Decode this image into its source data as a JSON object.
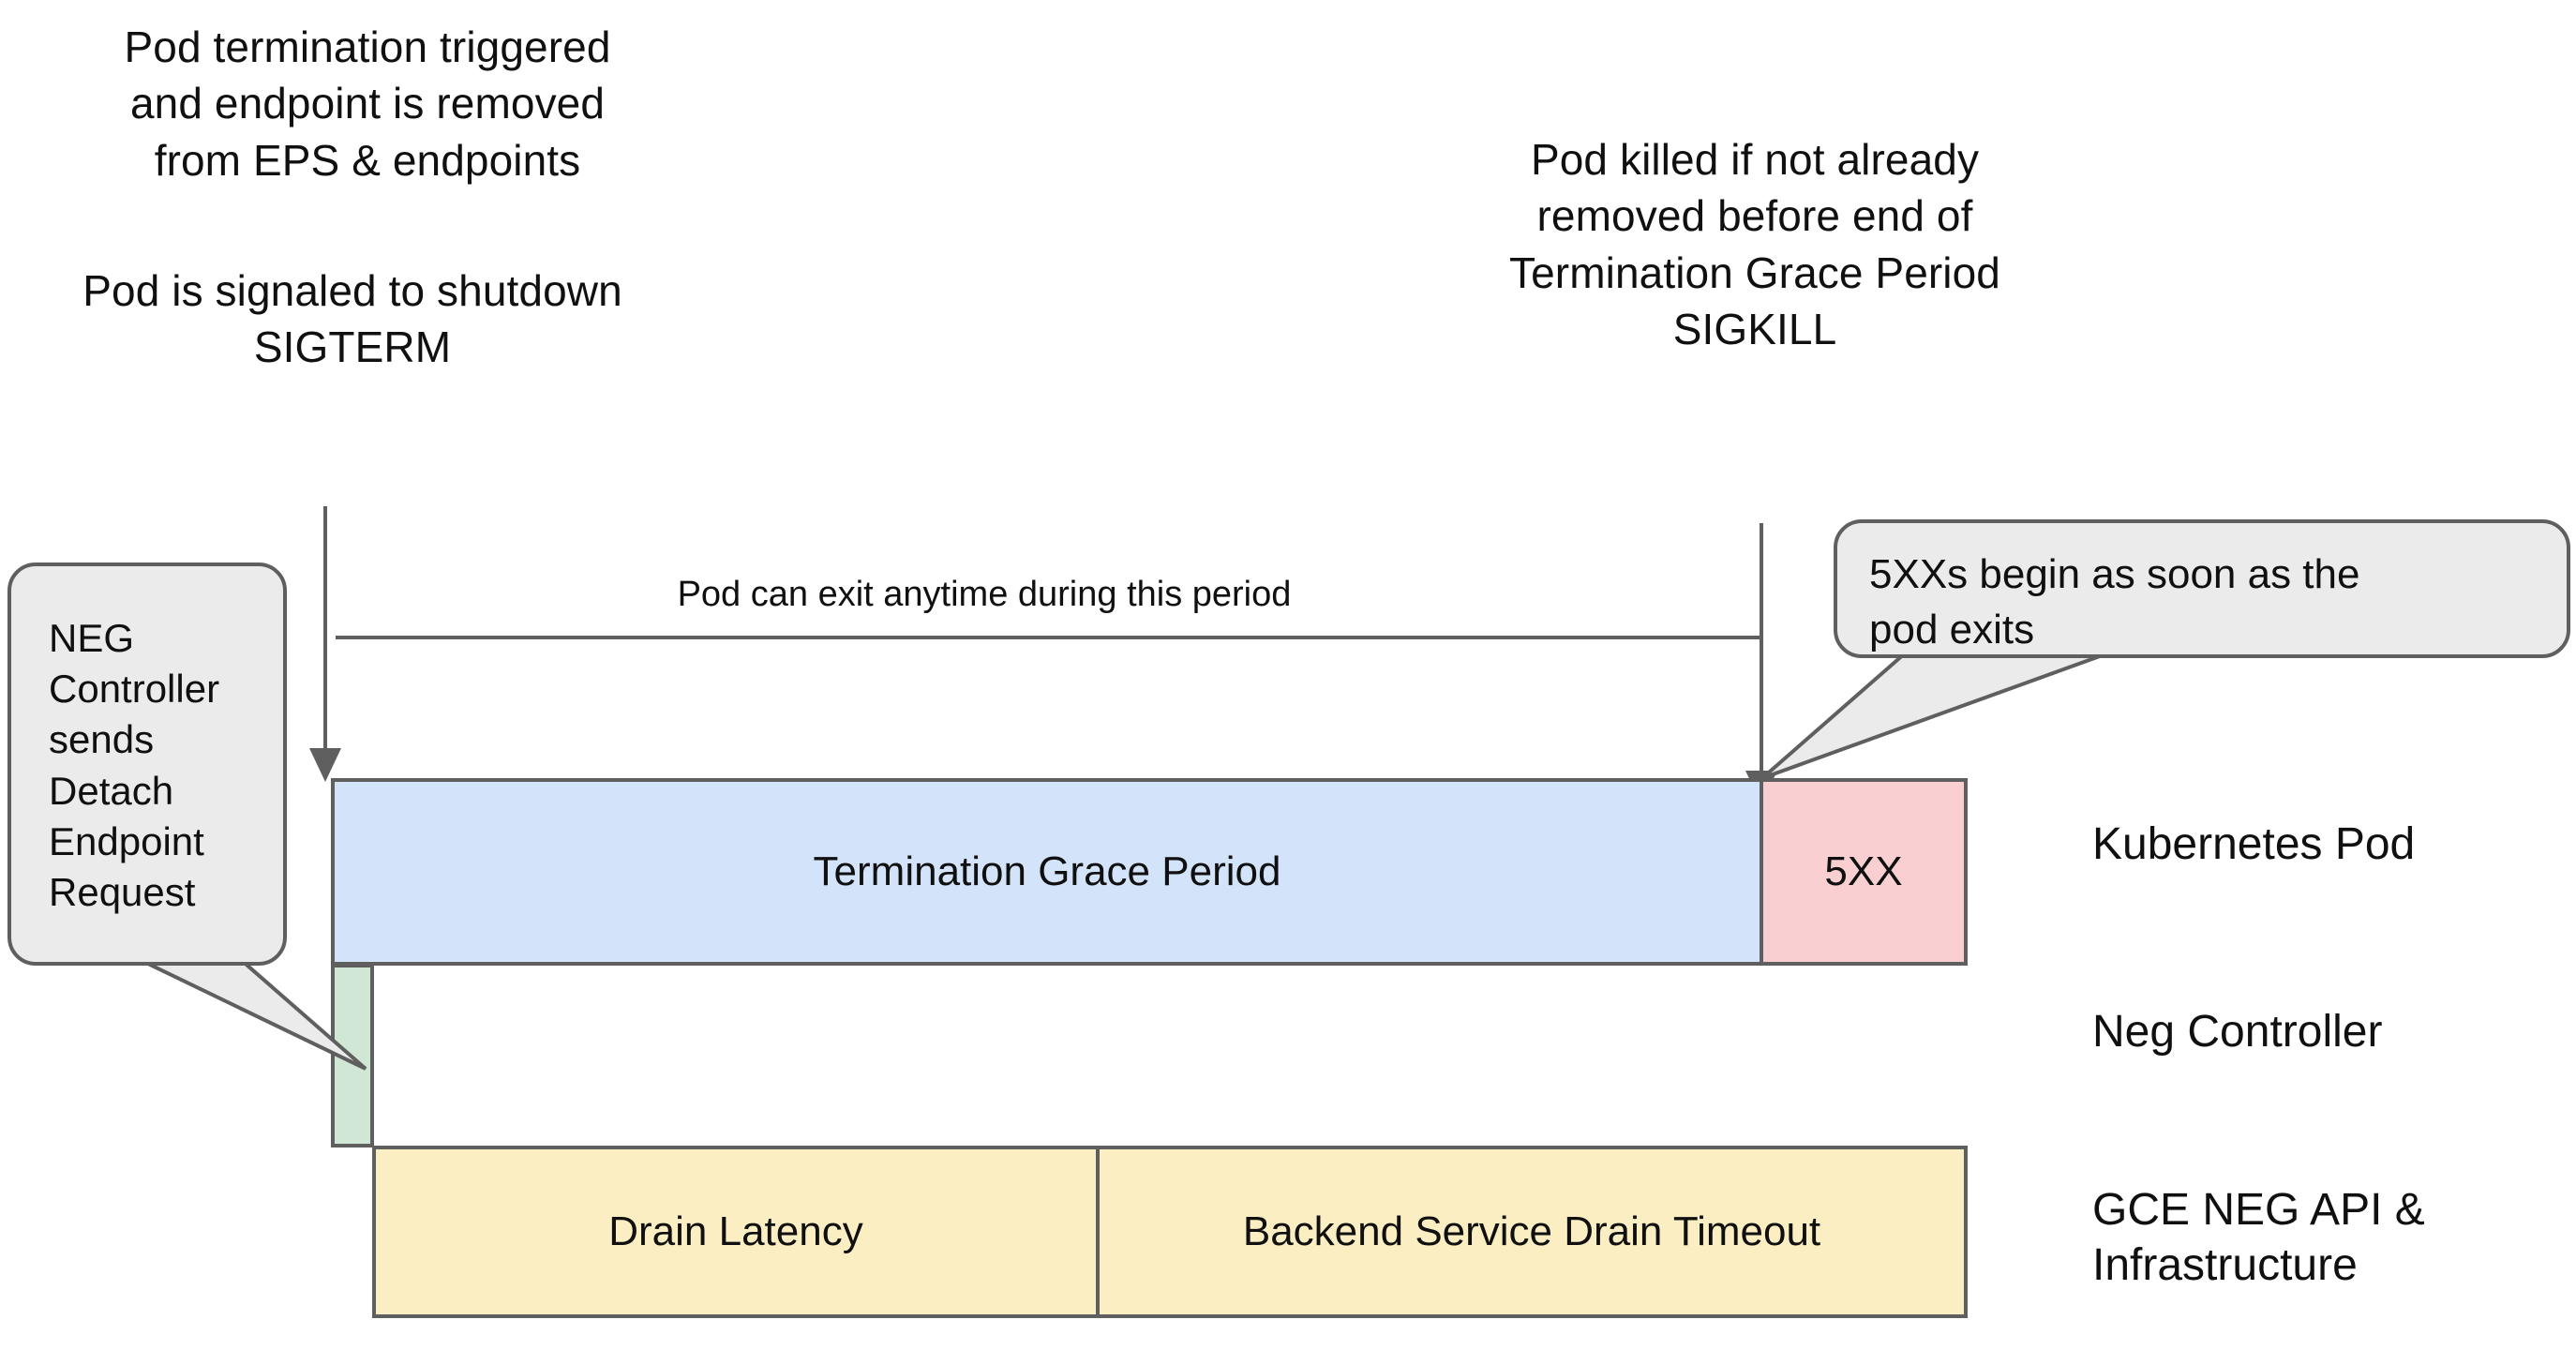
{
  "notes": {
    "termination": "Pod termination triggered\nand endpoint is removed\nfrom EPS & endpoints",
    "shutdown": "Pod is signaled to shutdown\nSIGTERM",
    "killed": "Pod killed if not already\nremoved before end of\nTermination Grace Period\nSIGKILL"
  },
  "timeline": {
    "span_label": "Pod can exit anytime during this period"
  },
  "bars": {
    "termination_grace_period": "Termination Grace Period",
    "five_xx": "5XX",
    "neg_controller": "",
    "drain_latency": "Drain Latency",
    "backend_service_drain_timeout": "Backend Service Drain Timeout"
  },
  "lanes": {
    "kubernetes_pod": "Kubernetes Pod",
    "neg_controller": "Neg Controller",
    "gce_neg_api": "GCE NEG API &\nInfrastructure"
  },
  "callouts": {
    "neg_detach": "NEG\nController\nsends\nDetach\nEndpoint\nRequest",
    "five_xx_begin": "5XXs begin as soon as the\npod exits"
  },
  "colors": {
    "termination_grace_period_fill": "#d2e3fa",
    "five_xx_fill": "#f9cfd1",
    "neg_controller_fill": "#d0e7d5",
    "drain_fill": "#fbeec3",
    "callout_fill": "#ebebeb",
    "stroke": "#5f5f5f",
    "text": "#101010",
    "background": "#ffffff"
  }
}
